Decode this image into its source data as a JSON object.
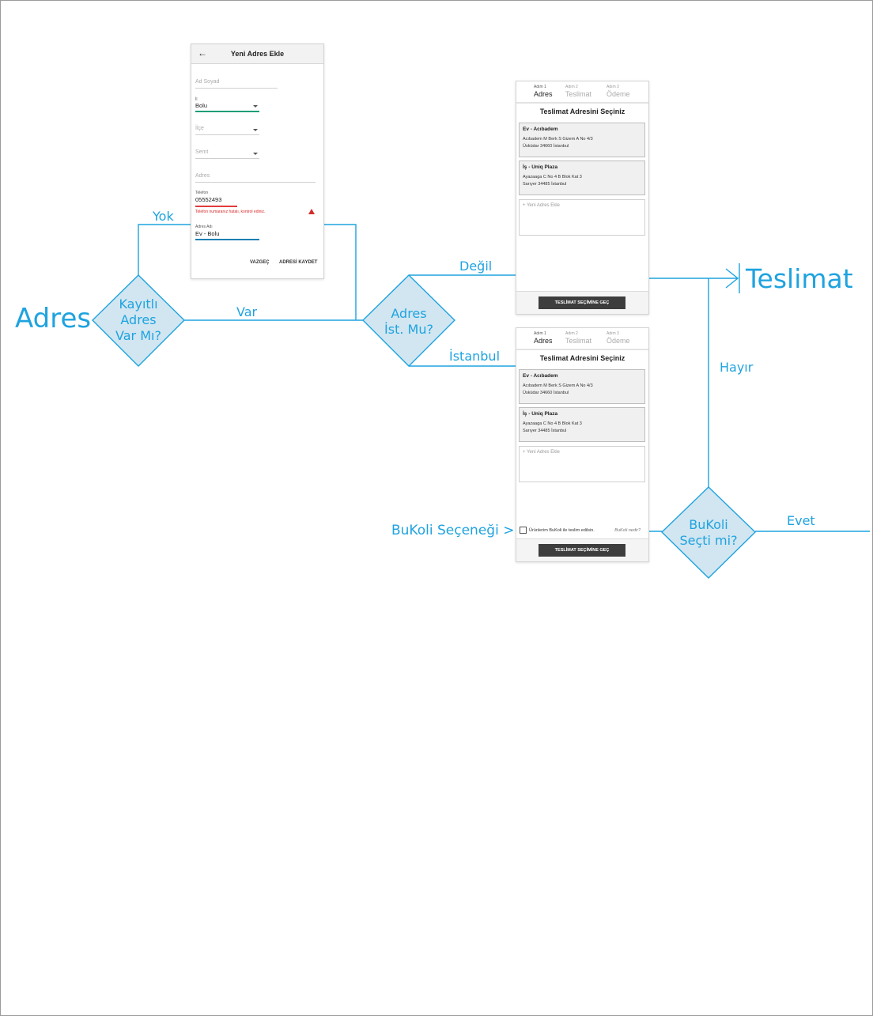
{
  "labels": {
    "start": "Adres",
    "end": "Teslimat",
    "yok": "Yok",
    "var": "Var",
    "degil": "Değil",
    "istanbul": "İstanbul",
    "hayir": "Hayır",
    "evet": "Evet",
    "bukoli_option": "BuKoli Seçeneği >"
  },
  "decisions": {
    "kayitli": [
      "Kayıtlı",
      "Adres",
      "Var Mı?"
    ],
    "adres_ist": [
      "Adres",
      "İst. Mu?"
    ],
    "bukoli": [
      "BuKoli",
      "Seçti mi?"
    ]
  },
  "form": {
    "title": "Yeni Adres Ekle",
    "back_icon": "←",
    "ad_soyad_placeholder": "Ad Soyad",
    "il_label": "İl",
    "il_value": "Bolu",
    "ilce_placeholder": "İlçe",
    "semt_placeholder": "Semt",
    "adres_placeholder": "Adres",
    "telefon_label": "Telefon",
    "telefon_value": "05552493",
    "telefon_error": "Telefon numaranız hatalı, kontrol ediniz.",
    "adres_adi_label": "Adres Adı",
    "adres_adi_value": "Ev - Bolu",
    "cancel_label": "VAZGEÇ",
    "save_label": "ADRESİ KAYDET"
  },
  "address_screen": {
    "steps": [
      {
        "small": "Adım 1",
        "big": "Adres"
      },
      {
        "small": "Adım 2",
        "big": "Teslimat"
      },
      {
        "small": "Adım 3",
        "big": "Ödeme"
      }
    ],
    "title": "Teslimat Adresini Seçiniz",
    "addresses": [
      {
        "name": "Ev - Acıbadem",
        "line1": "Acıbadem M Berk S Gizem A No 4/3",
        "line2": "Üsküdar 34660 İstanbul"
      },
      {
        "name": "İş - Uniq Plaza",
        "line1": "Ayazaaga C No 4 B Blok Kat 3",
        "line2": "Sarıyer 34485 İstanbul"
      }
    ],
    "new_address": "+ Yeni Adres Ekle",
    "submit": "TESLİMAT SEÇİMİNE GEÇ",
    "bukoli_checkbox": "Ürünlerim BuKoli ile teslim edilsin.",
    "bukoli_help": "BuKoli nedir?"
  },
  "colors": {
    "flow_line": "#1fa3df",
    "diamond_fill": "#d1e6f1",
    "button_dark": "#3d3d3d"
  }
}
